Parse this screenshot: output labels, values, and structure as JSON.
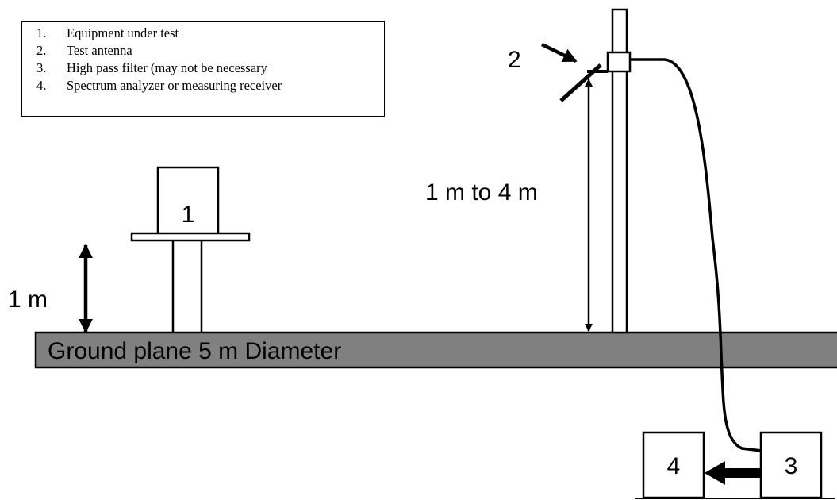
{
  "legend": {
    "items": [
      {
        "number": "1.",
        "text": "Equipment under test"
      },
      {
        "number": "2.",
        "text": "Test antenna"
      },
      {
        "number": "3.",
        "text": "High pass filter (may not be necessary"
      },
      {
        "number": "4.",
        "text": "Spectrum analyzer or measuring receiver"
      }
    ]
  },
  "labels": {
    "eut": "1",
    "antenna": "2",
    "filter": "3",
    "analyzer": "4",
    "eut_height": "1 m",
    "antenna_height": "1 m to 4 m",
    "ground_plane": "Ground plane 5 m Diameter"
  },
  "colors": {
    "ground_plane_fill": "#808080",
    "stroke": "#000000"
  }
}
